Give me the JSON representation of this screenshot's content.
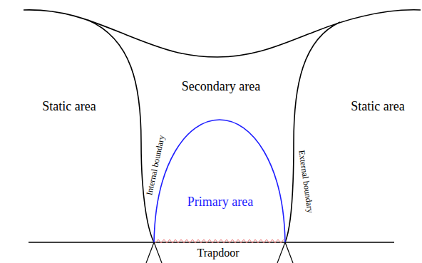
{
  "diagram": {
    "nodes": [
      {
        "text": [
          "Secondary area"
        ]
      },
      {
        "text": [
          "Primary area"
        ],
        "in": 0
      }
    ],
    "labels": [
      "Static area",
      "Static area",
      "Internal boundary",
      "External boundary",
      "Trapdoor"
    ]
  }
}
